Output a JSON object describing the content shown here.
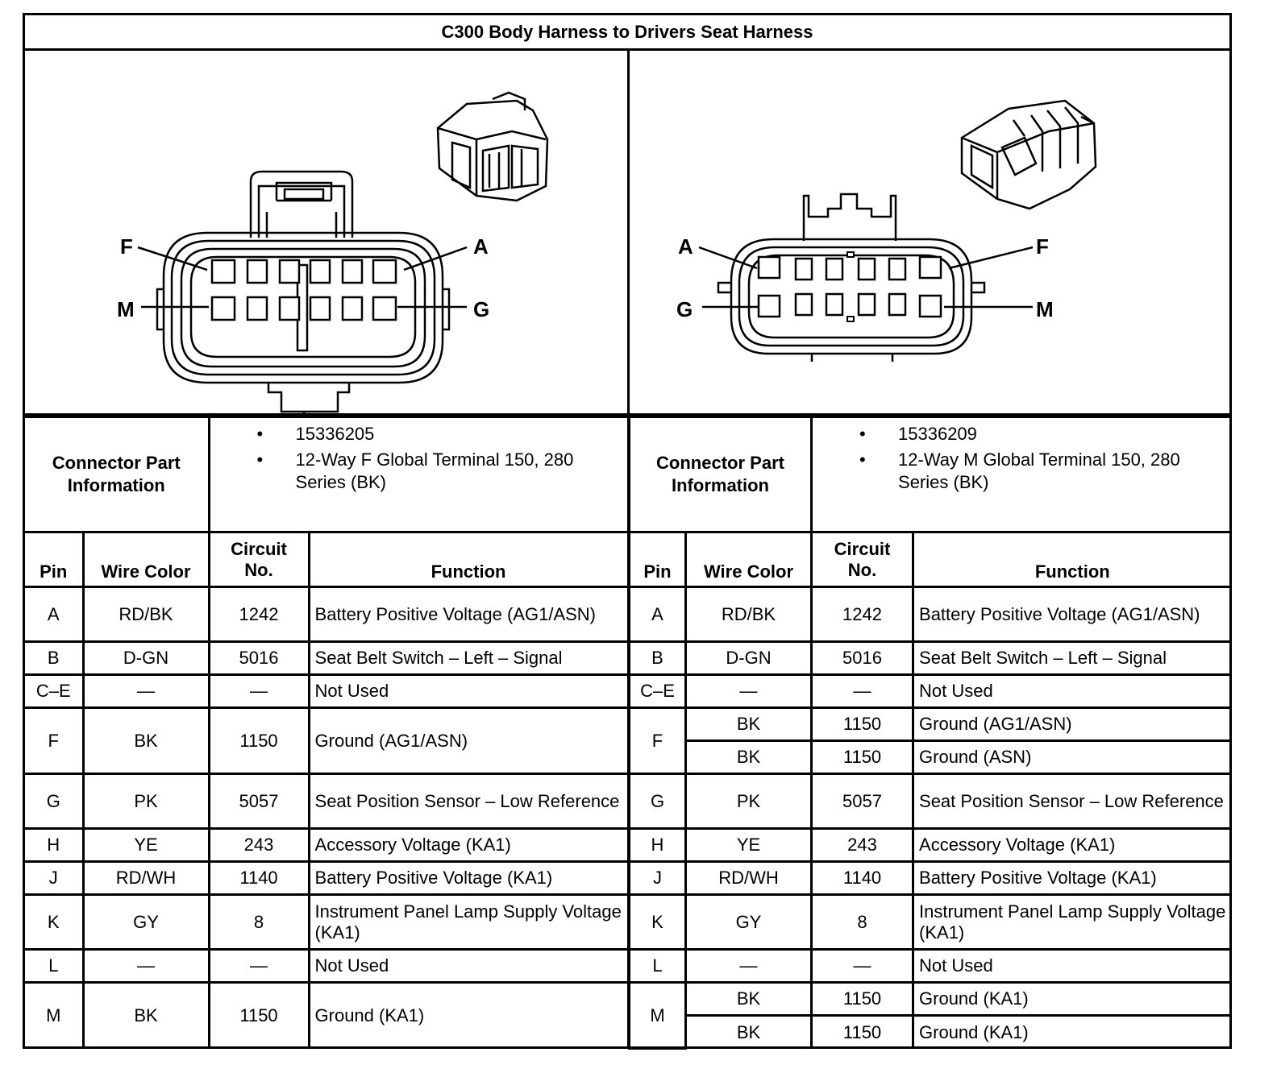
{
  "title": "C300 Body Harness to Drivers Seat Harness",
  "left_connector": {
    "pin_labels": {
      "top_left": "F",
      "top_right": "A",
      "bottom_left": "M",
      "bottom_right": "G"
    },
    "info_label": "Connector Part Information",
    "info_items": [
      "15336205",
      "12-Way F Global Terminal 150, 280 Series (BK)"
    ],
    "headers": {
      "pin": "Pin",
      "wire_color": "Wire Color",
      "circuit": "Circuit No.",
      "function": "Function"
    },
    "rows": [
      {
        "pin": "A",
        "wire": "RD/BK",
        "circuit": "1242",
        "function": "Battery Positive Voltage (AG1/ASN)",
        "tall": true
      },
      {
        "pin": "B",
        "wire": "D-GN",
        "circuit": "5016",
        "function": "Seat Belt Switch – Left – Signal"
      },
      {
        "pin": "C–E",
        "wire": "—",
        "circuit": "—",
        "function": "Not Used"
      },
      {
        "pin": "F",
        "wire": "BK",
        "circuit": "1150",
        "function": "Ground (AG1/ASN)",
        "double": true
      },
      {
        "pin": "G",
        "wire": "PK",
        "circuit": "5057",
        "function": "Seat Position Sensor – Low Reference",
        "tall": true
      },
      {
        "pin": "H",
        "wire": "YE",
        "circuit": "243",
        "function": "Accessory Voltage (KA1)"
      },
      {
        "pin": "J",
        "wire": "RD/WH",
        "circuit": "1140",
        "function": "Battery Positive Voltage (KA1)"
      },
      {
        "pin": "K",
        "wire": "GY",
        "circuit": "8",
        "function": "Instrument Panel Lamp Supply Voltage (KA1)",
        "tall": true
      },
      {
        "pin": "L",
        "wire": "—",
        "circuit": "—",
        "function": "Not Used"
      },
      {
        "pin": "M",
        "wire": "BK",
        "circuit": "1150",
        "function": "Ground (KA1)",
        "double": true
      }
    ]
  },
  "right_connector": {
    "pin_labels": {
      "top_left": "A",
      "top_right": "F",
      "bottom_left": "G",
      "bottom_right": "M"
    },
    "info_label": "Connector Part Information",
    "info_items": [
      "15336209",
      "12-Way M Global Terminal 150, 280 Series (BK)"
    ],
    "headers": {
      "pin": "Pin",
      "wire_color": "Wire Color",
      "circuit": "Circuit No.",
      "function": "Function"
    },
    "rows": [
      {
        "pin": "A",
        "subs": [
          {
            "wire": "RD/BK",
            "circuit": "1242",
            "function": "Battery Positive Voltage (AG1/ASN)",
            "tall": true
          }
        ]
      },
      {
        "pin": "B",
        "subs": [
          {
            "wire": "D-GN",
            "circuit": "5016",
            "function": "Seat Belt Switch – Left – Signal"
          }
        ]
      },
      {
        "pin": "C–E",
        "subs": [
          {
            "wire": "—",
            "circuit": "—",
            "function": "Not Used"
          }
        ]
      },
      {
        "pin": "F",
        "subs": [
          {
            "wire": "BK",
            "circuit": "1150",
            "function": "Ground (AG1/ASN)"
          },
          {
            "wire": "BK",
            "circuit": "1150",
            "function": "Ground (ASN)"
          }
        ]
      },
      {
        "pin": "G",
        "subs": [
          {
            "wire": "PK",
            "circuit": "5057",
            "function": "Seat Position Sensor – Low Reference",
            "tall": true
          }
        ]
      },
      {
        "pin": "H",
        "subs": [
          {
            "wire": "YE",
            "circuit": "243",
            "function": "Accessory Voltage (KA1)"
          }
        ]
      },
      {
        "pin": "J",
        "subs": [
          {
            "wire": "RD/WH",
            "circuit": "1140",
            "function": "Battery Positive Voltage (KA1)"
          }
        ]
      },
      {
        "pin": "K",
        "subs": [
          {
            "wire": "GY",
            "circuit": "8",
            "function": "Instrument Panel Lamp Supply Voltage (KA1)",
            "tall": true
          }
        ]
      },
      {
        "pin": "L",
        "subs": [
          {
            "wire": "—",
            "circuit": "—",
            "function": "Not Used"
          }
        ]
      },
      {
        "pin": "M",
        "subs": [
          {
            "wire": "BK",
            "circuit": "1150",
            "function": "Ground (KA1)"
          },
          {
            "wire": "BK",
            "circuit": "1150",
            "function": "Ground (KA1)"
          }
        ]
      }
    ]
  }
}
